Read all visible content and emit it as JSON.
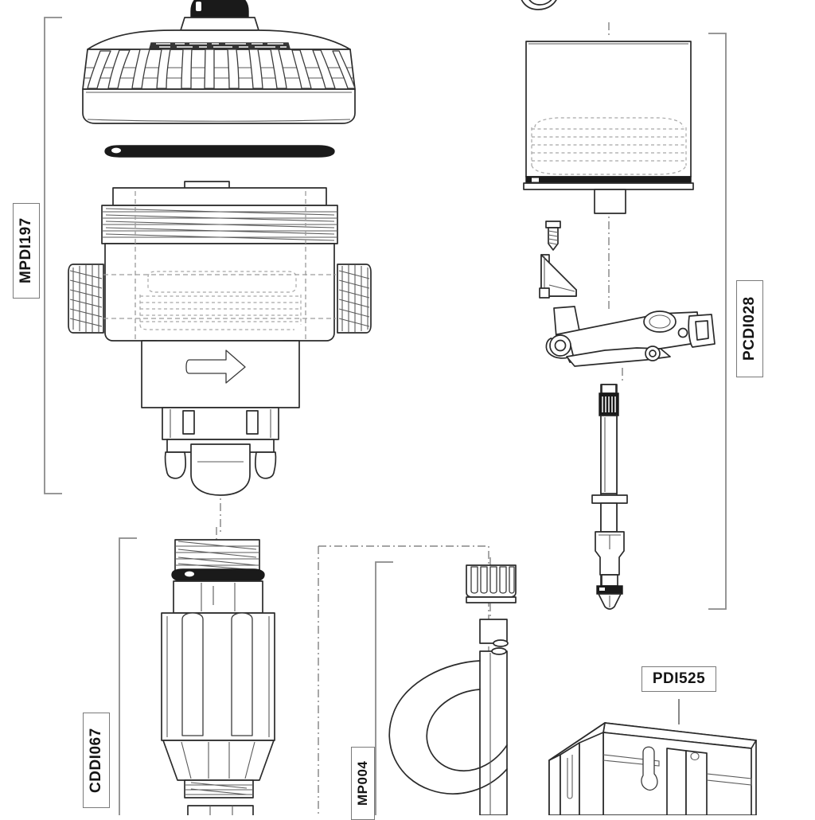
{
  "diagram": {
    "title": "Water filter / valve assembly exploded parts diagram",
    "background_color": "#ffffff",
    "line_color": "#2b2b2b",
    "hidden_line_color": "#9a9a9a",
    "label_border_color": "#7a7a7a",
    "label_text_color": "#141414",
    "dark_fill": "#1a1a1a"
  },
  "part_labels": [
    {
      "id": "mpdi197",
      "code": "MPDI197",
      "orientation": "vertical",
      "bracket": "left-square",
      "description": "Valve head assembly: ribbed cap, gasket ring, valve body with threaded ports"
    },
    {
      "id": "pcdi028",
      "code": "PCDI028",
      "orientation": "vertical",
      "bracket": "right-square",
      "description": "Float tank, screw, triangular bracket, float lever arm and valve stem"
    },
    {
      "id": "cddi067",
      "code": "CDDI067",
      "orientation": "vertical",
      "bracket": "left-square",
      "description": "Filter cartridge with threaded collar, O-ring and ribbed body"
    },
    {
      "id": "mp004",
      "code": "MP004",
      "orientation": "vertical",
      "bracket": "dash-dot-box",
      "description": "Coiled tubing with ribbed collar nut and sleeve"
    },
    {
      "id": "pdi525",
      "code": "PDI525",
      "orientation": "horizontal",
      "bracket": "leader-line",
      "description": "Isometric wall mounting bracket with keyhole slot"
    }
  ],
  "components": [
    {
      "name": "ribbed-cap",
      "group": "MPDI197"
    },
    {
      "name": "knob",
      "group": "MPDI197"
    },
    {
      "name": "gasket-ring",
      "group": "MPDI197"
    },
    {
      "name": "valve-body",
      "group": "MPDI197"
    },
    {
      "name": "threaded-collar",
      "group": "MPDI197"
    },
    {
      "name": "left-port-thread",
      "group": "MPDI197"
    },
    {
      "name": "right-port-thread",
      "group": "MPDI197"
    },
    {
      "name": "flow-direction-arrow",
      "group": "MPDI197"
    },
    {
      "name": "outlet-nozzle",
      "group": "MPDI197"
    },
    {
      "name": "float-tank",
      "group": "PCDI028"
    },
    {
      "name": "tank-spigot",
      "group": "PCDI028"
    },
    {
      "name": "screw",
      "group": "PCDI028"
    },
    {
      "name": "triangular-bracket",
      "group": "PCDI028"
    },
    {
      "name": "float-lever-arm",
      "group": "PCDI028"
    },
    {
      "name": "valve-stem",
      "group": "PCDI028"
    },
    {
      "name": "filter-cartridge",
      "group": "CDDI067"
    },
    {
      "name": "cartridge-oring",
      "group": "CDDI067"
    },
    {
      "name": "cartridge-base-thread",
      "group": "CDDI067"
    },
    {
      "name": "collar-nut",
      "group": "MP004"
    },
    {
      "name": "tube-sleeve",
      "group": "MP004"
    },
    {
      "name": "coiled-tube",
      "group": "MP004"
    },
    {
      "name": "mounting-bracket",
      "group": "PDI525"
    },
    {
      "name": "keyhole-slot",
      "group": "PDI525"
    }
  ]
}
